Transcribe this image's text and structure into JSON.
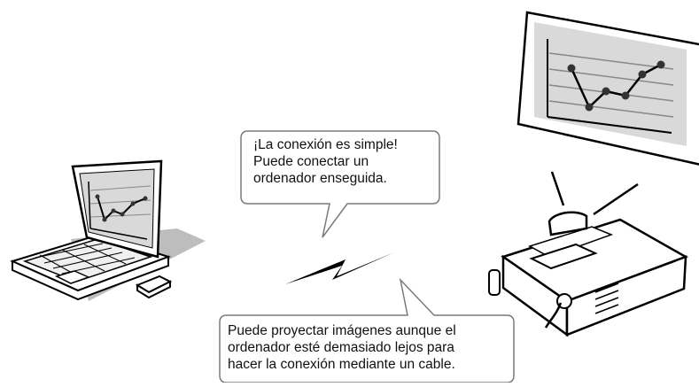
{
  "bubbles": {
    "top": {
      "line1": "¡La conexión es simple!",
      "line2": "Puede conectar un",
      "line3": "ordenador enseguida."
    },
    "bottom": {
      "line1": "Puede proyectar imágenes aunque el",
      "line2": "ordenador esté demasiado lejos para",
      "line3": "hacer la conexión mediante un cable."
    }
  },
  "colors": {
    "line": "#000000",
    "screen_fill": "#d9d9d9",
    "shadow": "#bdbdbd",
    "bubble_fill": "#ffffff",
    "bubble_stroke": "#7a7a7a"
  },
  "icons": [
    "laptop-icon",
    "wireless-lightning-icon",
    "projector-icon",
    "projection-screen-icon"
  ]
}
